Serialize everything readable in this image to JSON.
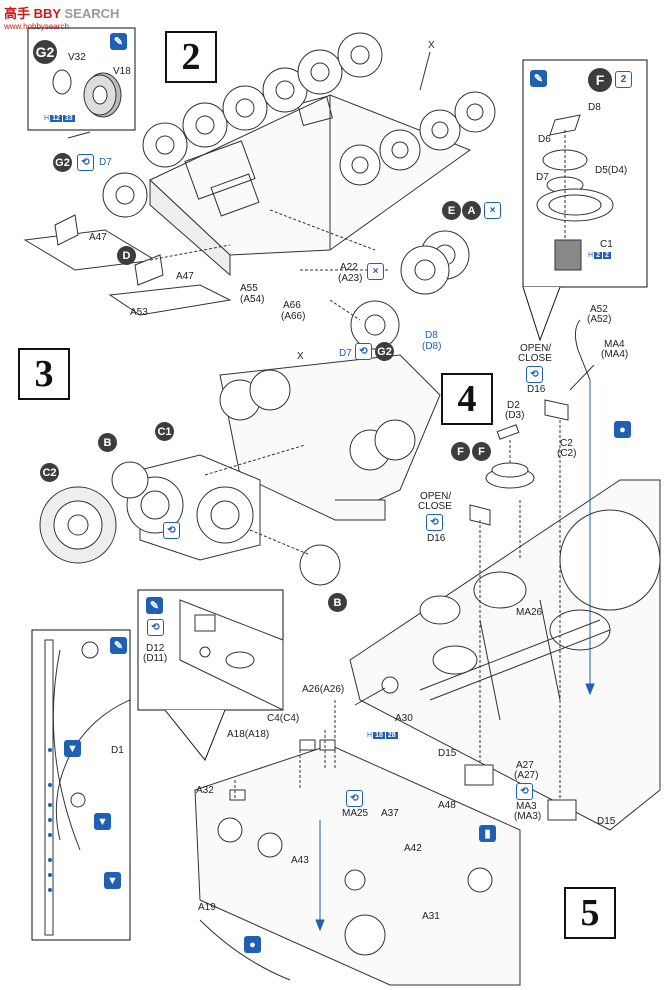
{
  "watermark": {
    "cn": "高手",
    "brand_a": "BBY",
    "brand_b": "SEARCH",
    "sub": "www.hobbysearch"
  },
  "steps": {
    "s2": "2",
    "s3": "3",
    "s4": "4",
    "s5": "5"
  },
  "inset_g2": {
    "badge": "G2",
    "v32": "V32",
    "v18": "V18",
    "tag_a": "12",
    "tag_b": "33"
  },
  "inset_f": {
    "badge": "F",
    "count": "2",
    "d8": "D8",
    "d6": "D6",
    "d7": "D7",
    "d5": "D5(D4)",
    "c1": "C1",
    "tag_a": "2",
    "tag_b": "2"
  },
  "step2": {
    "x": "X",
    "g2": "G2",
    "d7a": "D7",
    "a47a": "A47",
    "a47b": "A47",
    "d": "D",
    "a53": "A53",
    "a55": "A55",
    "a55p": "(A54)",
    "a66": "A66",
    "a66p": "(A66)",
    "a22": "A22",
    "a22p": "(A23)",
    "e": "E",
    "a": "A",
    "d7b": "D7",
    "g2b": "G2",
    "d8": "D8",
    "d8p": "(D8)"
  },
  "step3": {
    "x": "X",
    "b1": "B",
    "c1": "C1",
    "c2": "C2",
    "b2": "B"
  },
  "step4": {
    "open1": "OPEN/",
    "close1": "CLOSE",
    "d16a": "D16",
    "a52": "A52",
    "a52p": "(A52)",
    "ma4": "MA4",
    "ma4p": "(MA4)",
    "d2": "D2",
    "d2p": "(D3)",
    "c2": "C2",
    "c2p": "(C2)",
    "f1": "F",
    "f2": "F",
    "open2": "OPEN/",
    "close2": "CLOSE",
    "d16b": "D16",
    "ma26": "MA26",
    "a30": "A30",
    "tag_a": "18",
    "tag_b": "28",
    "d15a": "D15",
    "a27": "A27",
    "a27p": "(A27)",
    "ma3": "MA3",
    "ma3p": "(MA3)",
    "d15b": "D15"
  },
  "step5": {
    "d12": "D12",
    "d12p": "(D11)",
    "d1": "D1",
    "a26": "A26(A26)",
    "c4": "C4(C4)",
    "a18": "A18(A18)",
    "a32": "A32",
    "ma25": "MA25",
    "a37": "A37",
    "a48": "A48",
    "a43": "A43",
    "a42": "A42",
    "a19": "A19",
    "a31": "A31"
  }
}
